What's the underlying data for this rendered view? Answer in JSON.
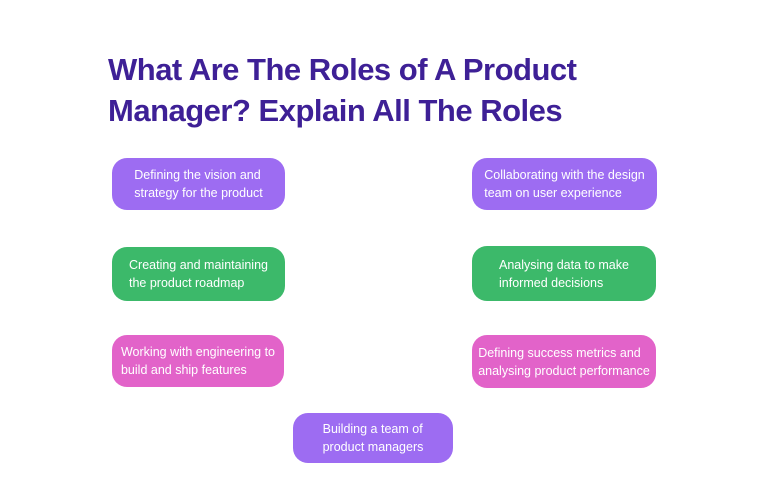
{
  "title": "What Are The Roles of A Product\nManager? Explain All The Roles",
  "colors": {
    "background": "#ffffff",
    "title": "#3e2096",
    "purple": "#9d6cf2",
    "green": "#3cb96a",
    "pink": "#e263c9",
    "card_text": "#ffffff"
  },
  "roles": [
    {
      "text": "Defining the vision and\nstrategy for the product",
      "color": "purple",
      "position": "row1-left"
    },
    {
      "text": "Collaborating with the design\nteam on user experience",
      "color": "purple",
      "position": "row1-right"
    },
    {
      "text": "Creating and maintaining\nthe product roadmap",
      "color": "green",
      "position": "row2-left"
    },
    {
      "text": "Analysing data to make\ninformed decisions",
      "color": "green",
      "position": "row2-right"
    },
    {
      "text": "Working with engineering to\nbuild and ship features",
      "color": "pink",
      "position": "row3-left"
    },
    {
      "text": "Defining success metrics and\nanalysing product performance",
      "color": "pink",
      "position": "row3-right"
    },
    {
      "text": "Building a team of\nproduct managers",
      "color": "purple",
      "position": "row4-center"
    }
  ]
}
